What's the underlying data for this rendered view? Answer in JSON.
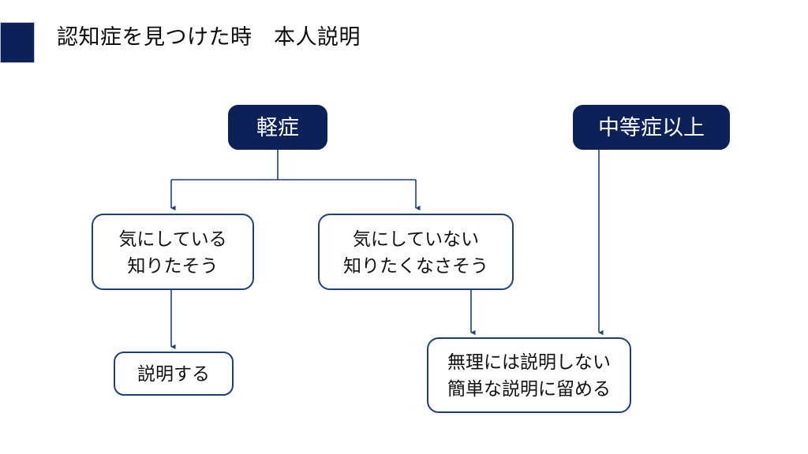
{
  "slide": {
    "title": "認知症を見つけた時　本人説明",
    "background_color": "#ffffff",
    "accent_color": "#0d2159",
    "outline_color": "#1f3f7a",
    "connector_color": "#1f3f7a"
  },
  "diagram": {
    "nodes": [
      {
        "id": "mild",
        "label": "軽症",
        "style": "filled"
      },
      {
        "id": "moderate",
        "label": "中等症以上",
        "style": "filled"
      },
      {
        "id": "cares",
        "label": "気にしている\n知りたそう",
        "style": "outline"
      },
      {
        "id": "not_cares",
        "label": "気にしていない\n知りたくなさそう",
        "style": "outline"
      },
      {
        "id": "explain",
        "label": "説明する",
        "style": "outline"
      },
      {
        "id": "limited",
        "label": "無理には説明しない\n簡単な説明に留める",
        "style": "outline"
      }
    ],
    "edges": [
      {
        "from": "mild",
        "to": "cares",
        "type": "elbow-split"
      },
      {
        "from": "mild",
        "to": "not_cares",
        "type": "elbow-split"
      },
      {
        "from": "cares",
        "to": "explain",
        "type": "straight"
      },
      {
        "from": "not_cares",
        "to": "limited",
        "type": "straight"
      },
      {
        "from": "moderate",
        "to": "limited",
        "type": "straight"
      }
    ]
  }
}
